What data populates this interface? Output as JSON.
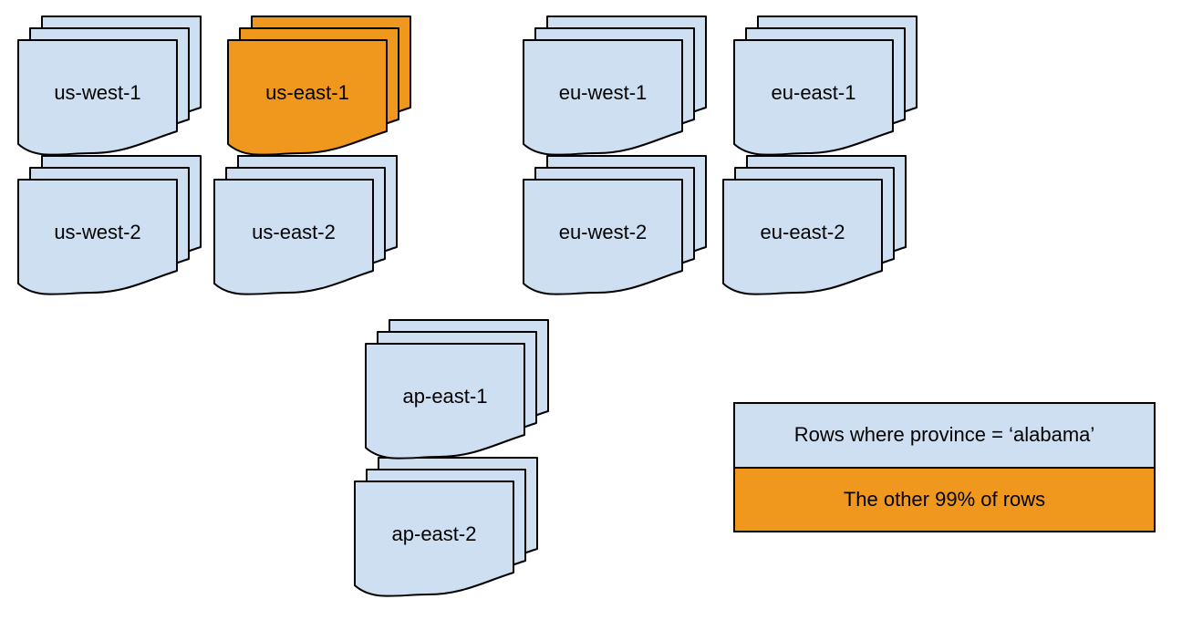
{
  "diagram": {
    "partitions": [
      {
        "label": "us-west-1",
        "highlighted": false
      },
      {
        "label": "us-east-1",
        "highlighted": true
      },
      {
        "label": "eu-west-1",
        "highlighted": false
      },
      {
        "label": "eu-east-1",
        "highlighted": false
      },
      {
        "label": "us-west-2",
        "highlighted": false
      },
      {
        "label": "us-east-2",
        "highlighted": false
      },
      {
        "label": "eu-west-2",
        "highlighted": false
      },
      {
        "label": "eu-east-2",
        "highlighted": false
      },
      {
        "label": "ap-east-1",
        "highlighted": false
      },
      {
        "label": "ap-east-2",
        "highlighted": false
      }
    ],
    "legend": {
      "items": [
        {
          "label": "Rows where province = ‘alabama’",
          "color": "#cfdff2"
        },
        {
          "label": "The other 99% of rows",
          "color": "#f0971e"
        }
      ]
    },
    "colors": {
      "partition_fill": "#cfdff2",
      "highlight_fill": "#f0971e",
      "stroke": "#000000",
      "background": "#ffffff"
    }
  }
}
